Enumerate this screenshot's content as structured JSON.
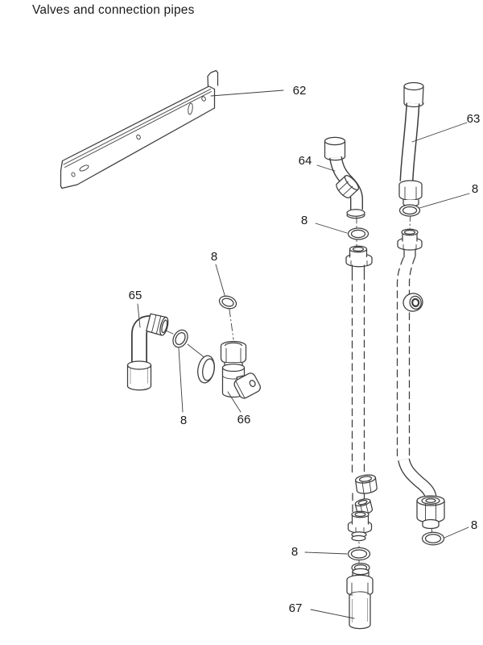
{
  "title": "Valves and connection pipes",
  "labels": {
    "bracket": "62",
    "upper_right_pipe": "63",
    "s_pipe": "64",
    "elbow_pipe": "65",
    "valve": "66",
    "bottom_pipe": "67",
    "washer": "8"
  },
  "colors": {
    "line": "#3c3c3c",
    "text": "#1a1a1a",
    "background": "#ffffff",
    "shade": "#9a9a9a"
  }
}
